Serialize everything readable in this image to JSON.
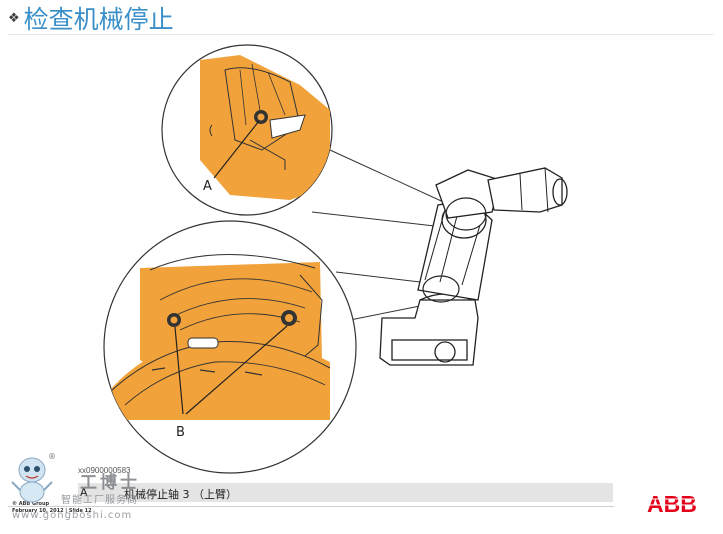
{
  "slide": {
    "bullet": "❖",
    "title": "检查机械停止"
  },
  "illustration": {
    "label_a": "A",
    "label_b": "B",
    "highlight_color": "#f2a23a",
    "line_color": "#222222"
  },
  "legend": {
    "code": "xx0900000583",
    "key": "A",
    "description": "机械停止轴 3 （上臂）"
  },
  "footer": {
    "company": "© ABB Group",
    "date": "February 10, 2012 | Slide 12"
  },
  "watermark": {
    "brand": "工博士",
    "registered": "®",
    "subtitle": "智能工厂服务商",
    "url": "www.gongboshi.com"
  },
  "logo": {
    "text": "ABB",
    "color": "#e2001a"
  }
}
